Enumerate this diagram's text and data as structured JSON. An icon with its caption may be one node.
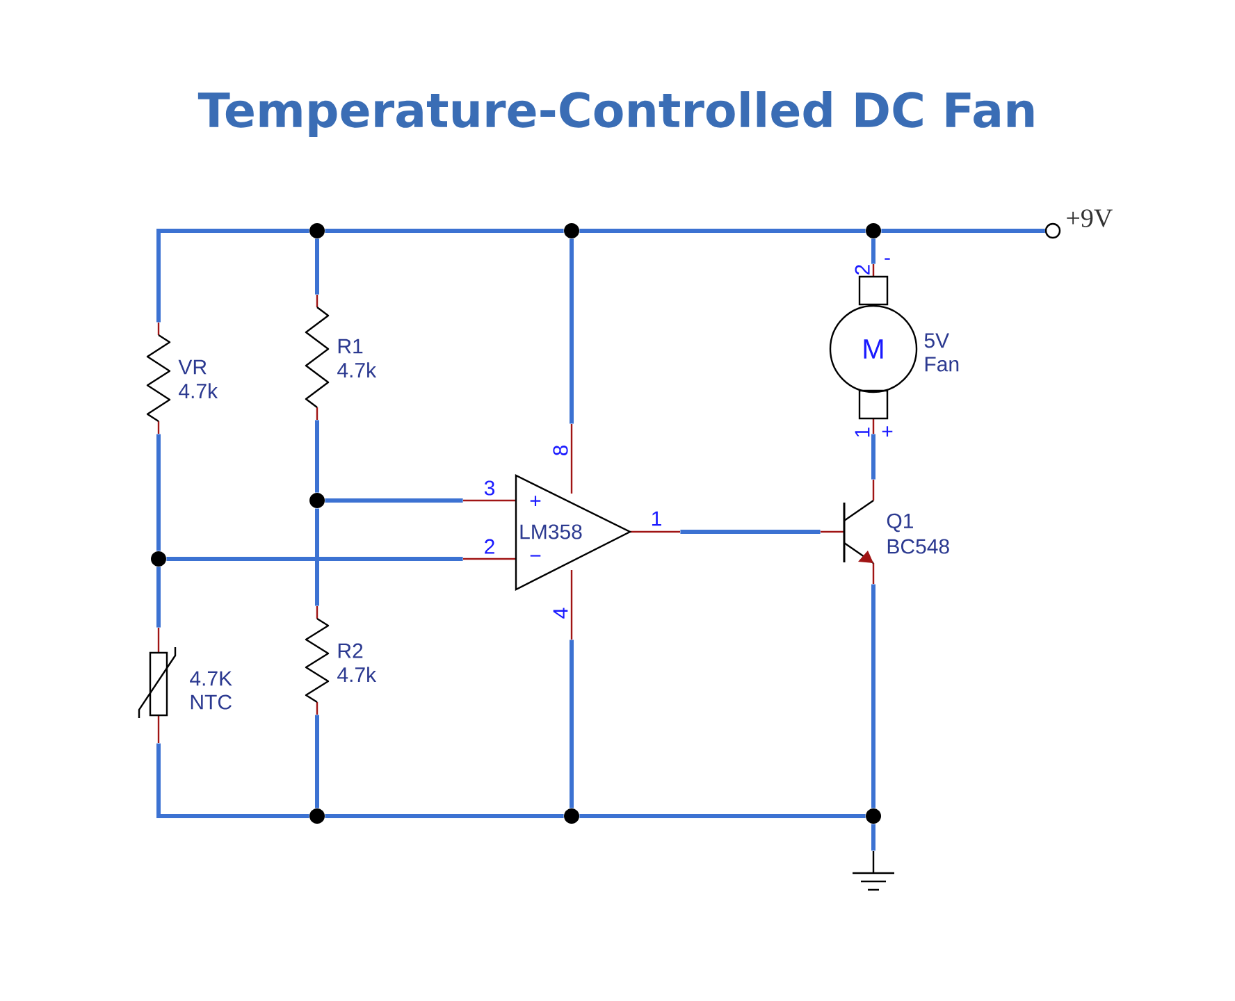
{
  "diagram": {
    "title": "Temperature-Controlled DC Fan",
    "nodes": [
      {
        "text": [],
        "shape": "resistor",
        "beside": [
          "VR",
          "4.7k"
        ]
      },
      {
        "text": [],
        "shape": "resistor",
        "beside": [
          "R1",
          "4.7k"
        ]
      },
      {
        "text": [],
        "shape": "resistor",
        "beside": [
          "R2",
          "4.7k"
        ]
      },
      {
        "text": [],
        "shape": "thermistor",
        "beside": [
          "4.7K",
          "NTC"
        ]
      },
      {
        "text": [
          "LM358"
        ]
      },
      {
        "text": [
          "M"
        ],
        "beside": [
          "5V",
          "Fan"
        ]
      },
      {
        "text": [],
        "shape": "transistor",
        "beside": [
          "Q1",
          "BC548"
        ]
      },
      {
        "text": [],
        "shape": "circle",
        "beside": [
          "+9V"
        ]
      },
      {
        "text": [],
        "shape": "ground"
      },
      {
        "text": [],
        "shape": "dot"
      },
      {
        "text": [],
        "shape": "dot"
      },
      {
        "text": [],
        "shape": "dot"
      },
      {
        "text": [],
        "shape": "dot"
      },
      {
        "text": [],
        "shape": "dot"
      },
      {
        "text": [],
        "shape": "dot"
      },
      {
        "text": [],
        "shape": "dot"
      },
      {
        "text": [],
        "shape": "dot"
      }
    ],
    "edges": [
      {
        "from": 0,
        "to": 9,
        "arrow": "none"
      },
      {
        "from": 9,
        "to": 10,
        "arrow": "none"
      },
      {
        "from": 10,
        "to": 11,
        "arrow": "none"
      },
      {
        "from": 11,
        "to": 7,
        "arrow": "none"
      },
      {
        "from": 9,
        "to": 1,
        "arrow": "none"
      },
      {
        "from": 10,
        "to": 4,
        "arrow": "none"
      },
      {
        "from": 11,
        "to": 5,
        "arrow": "none"
      },
      {
        "from": 0,
        "to": 13,
        "arrow": "none"
      },
      {
        "from": 13,
        "to": 3,
        "arrow": "none"
      },
      {
        "from": 13,
        "to": 4,
        "arrow": "none"
      },
      {
        "from": 1,
        "to": 12,
        "arrow": "none"
      },
      {
        "from": 12,
        "to": 2,
        "arrow": "none"
      },
      {
        "from": 12,
        "to": 4,
        "arrow": "none"
      },
      {
        "from": 4,
        "to": 6,
        "arrow": "none"
      },
      {
        "from": 5,
        "to": 6,
        "arrow": "none"
      },
      {
        "from": 3,
        "to": 14,
        "arrow": "none"
      },
      {
        "from": 2,
        "to": 14,
        "arrow": "none"
      },
      {
        "from": 14,
        "to": 15,
        "arrow": "none"
      },
      {
        "from": 4,
        "to": 15,
        "arrow": "none"
      },
      {
        "from": 15,
        "to": 16,
        "arrow": "none"
      },
      {
        "from": 6,
        "to": 16,
        "arrow": "none"
      },
      {
        "from": 16,
        "to": 8,
        "arrow": "none"
      }
    ],
    "labels": [
      "2",
      "-",
      "1",
      "+",
      "8",
      "3",
      "+",
      "2",
      "−",
      "1",
      "4"
    ]
  }
}
